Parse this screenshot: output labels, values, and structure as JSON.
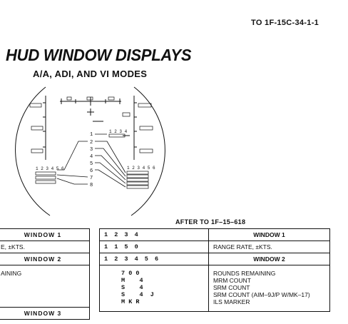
{
  "header": {
    "doc_number": "TO 1F-15C-34-1-1",
    "title": "HUD WINDOW DISPLAYS",
    "subtitle": "A/A, ADI, AND VI MODES",
    "after_label": "AFTER TO 1F–15–618"
  },
  "hud": {
    "display_digits": "1 2 3 4 5 6",
    "small_digits": "1 2 3 4",
    "callouts": [
      "1",
      "2",
      "3",
      "4",
      "5",
      "6",
      "7",
      "8"
    ]
  },
  "left_table": {
    "rows": [
      {
        "text": "WINDOW 1"
      },
      {
        "text": "E, ±KTS."
      },
      {
        "text": "WINDOW 2"
      },
      {
        "text": "AINING"
      },
      {
        "text": "WINDOW 3"
      }
    ]
  },
  "right_table": {
    "window1": {
      "header_code": "1 2 3 4",
      "header_label": "WINDOW 1",
      "row_code": "1 1 5 0",
      "row_desc": "RANGE RATE, ±KTS."
    },
    "window2": {
      "header_code": "1 2 3 4 5 6",
      "header_label": "WINDOW 2",
      "codes": [
        "7 0 0",
        "M    4",
        "S    4",
        "S    4  J",
        "M K R"
      ],
      "descs": [
        "ROUNDS REMAINING",
        "MRM COUNT",
        "SRM COUNT",
        "SRM COUNT (AIM–9J/P W/MK–17)",
        "ILS MARKER"
      ]
    }
  }
}
